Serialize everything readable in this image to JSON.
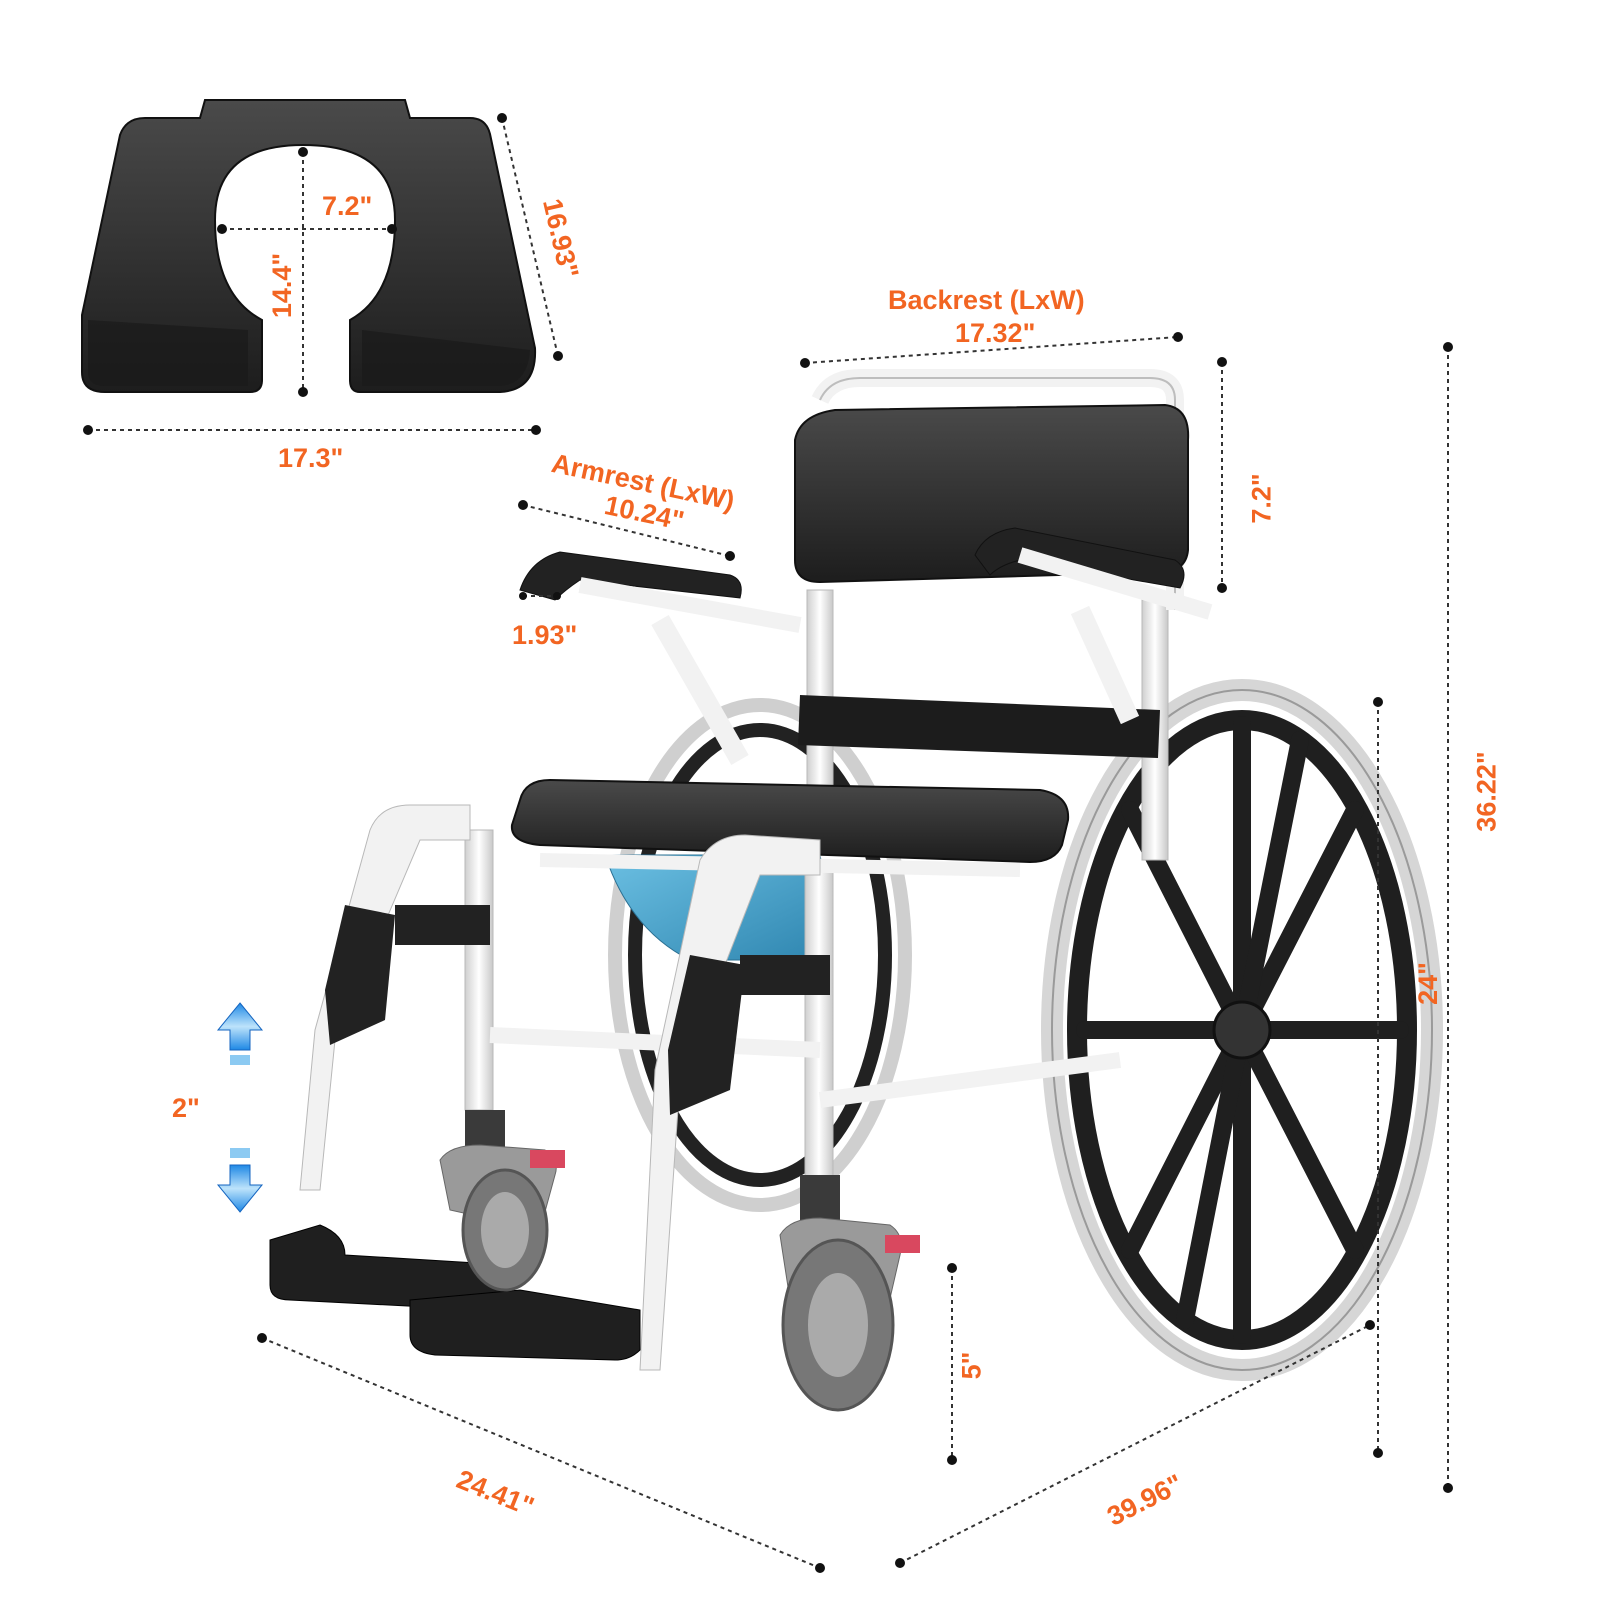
{
  "colors": {
    "label": "#f26522",
    "dimension_line": "#333333",
    "arrow": "#1e88e5",
    "frame": "#f2f2f2",
    "frame_outline": "#b8b8b8",
    "dark_part": "#2b2b2b",
    "bucket": "#5ab0d6",
    "tire": "#d6d6d6"
  },
  "seat_cushion": {
    "opening_width": "7.2\"",
    "opening_depth": "14.4\"",
    "depth": "16.93\"",
    "width": "17.3\""
  },
  "backrest": {
    "title": "Backrest (LxW)",
    "size": "17.32\"",
    "height": "7.2\""
  },
  "armrest": {
    "title": "Armrest (LxW)",
    "size": "10.24\"",
    "width": "1.93\""
  },
  "overall": {
    "height": "36.22\"",
    "wheel_diameter": "24\"",
    "width": "24.41\"",
    "length": "39.96\"",
    "caster": "5\"",
    "footrest_adjust": "2\""
  },
  "icons": {
    "footrest_adjust": "up-down-arrow-icon"
  }
}
